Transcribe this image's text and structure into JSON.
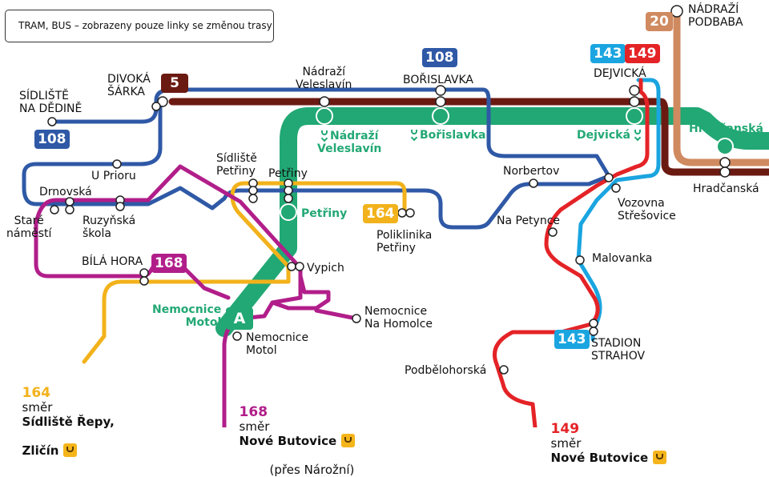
{
  "legend": "TRAM, BUS – zobrazeny pouze linky se změnou trasy",
  "colors": {
    "metro_A": "#22a874",
    "line_5": "#6b1a12",
    "line_20": "#d08a60",
    "line_108": "#2f59a6",
    "line_143": "#1aa5e0",
    "line_149": "#e42327",
    "line_164": "#f2b21b",
    "line_168": "#b11e8a"
  },
  "line_badges": [
    {
      "id": "5",
      "label": "5",
      "color": "#6b1a12"
    },
    {
      "id": "20",
      "label": "20",
      "color": "#d08a60"
    },
    {
      "id": "108-top",
      "label": "108",
      "color": "#2f59a6"
    },
    {
      "id": "108-left",
      "label": "108",
      "color": "#2f59a6"
    },
    {
      "id": "143-top",
      "label": "143",
      "color": "#1aa5e0"
    },
    {
      "id": "149-top",
      "label": "149",
      "color": "#e42327"
    },
    {
      "id": "143-bottom",
      "label": "143",
      "color": "#1aa5e0"
    },
    {
      "id": "164",
      "label": "164",
      "color": "#f2b21b"
    },
    {
      "id": "168",
      "label": "168",
      "color": "#b11e8a"
    },
    {
      "id": "A",
      "label": "A",
      "color": "#22a874"
    }
  ],
  "stops": {
    "nadrazi_podbaba": "NÁDRAŽÍ\nPODBABA",
    "dejvicka": "DEJVICKÁ",
    "borislavka": "BOŘISLAVKA",
    "nadrazi_veleslavin": "Nádraží\nVeleslavín",
    "divoka_sarka": "DIVOKÁ\nŠÁRKA",
    "sidliste_na_dedine": "SÍDLIŠTĚ\nNA DĚDINĚ",
    "u_prioru": "U Prioru",
    "drnovska": "Drnovská",
    "stare_namesti": "Staré\nnáměstí",
    "ruzynska_skola": "Ruzyňská\nškola",
    "sidliste_petriny": "Sídliště\nPetřiny",
    "petriny": "Petřiny",
    "bila_hora": "BÍLÁ HORA",
    "vypich": "Vypich",
    "nemocnice_na_homolce": "Nemocnice\nNa Homolce",
    "nemocnice_motol": "Nemocnice\nMotol",
    "poliklinika_petriny": "Poliklinika\nPetřiny",
    "norbertov": "Norbertov",
    "na_petynce": "Na Petynce",
    "vozovna_stresovice": "Vozovna\nStřešovice",
    "malovanka": "Malovanka",
    "stadion_strahov": "STADION\nSTRAHOV",
    "podbelohorska": "Podbělohorská",
    "hradcanska": "Hradčanská"
  },
  "metro_stations": {
    "nadrazi_veleslavin": "Nádraží\nVeleslavín",
    "borislavka": "Bořislavka",
    "dejvicka": "Dejvická",
    "hradcanska": "Hradčanská",
    "petriny": "Petřiny",
    "nemocnice_motol": "Nemocnice\nMotol"
  },
  "destinations": {
    "d164": {
      "num": "164",
      "word": "směr",
      "target1": "Sídliště Řepy,",
      "target2": "Zličín",
      "color": "#f2b21b"
    },
    "d168": {
      "num": "168",
      "word": "směr",
      "target": "Nové Butovice",
      "sub": "(přes Nárožní)",
      "color": "#b11e8a"
    },
    "d149": {
      "num": "149",
      "word": "směr",
      "target": "Nové Butovice",
      "color": "#e42327"
    }
  }
}
